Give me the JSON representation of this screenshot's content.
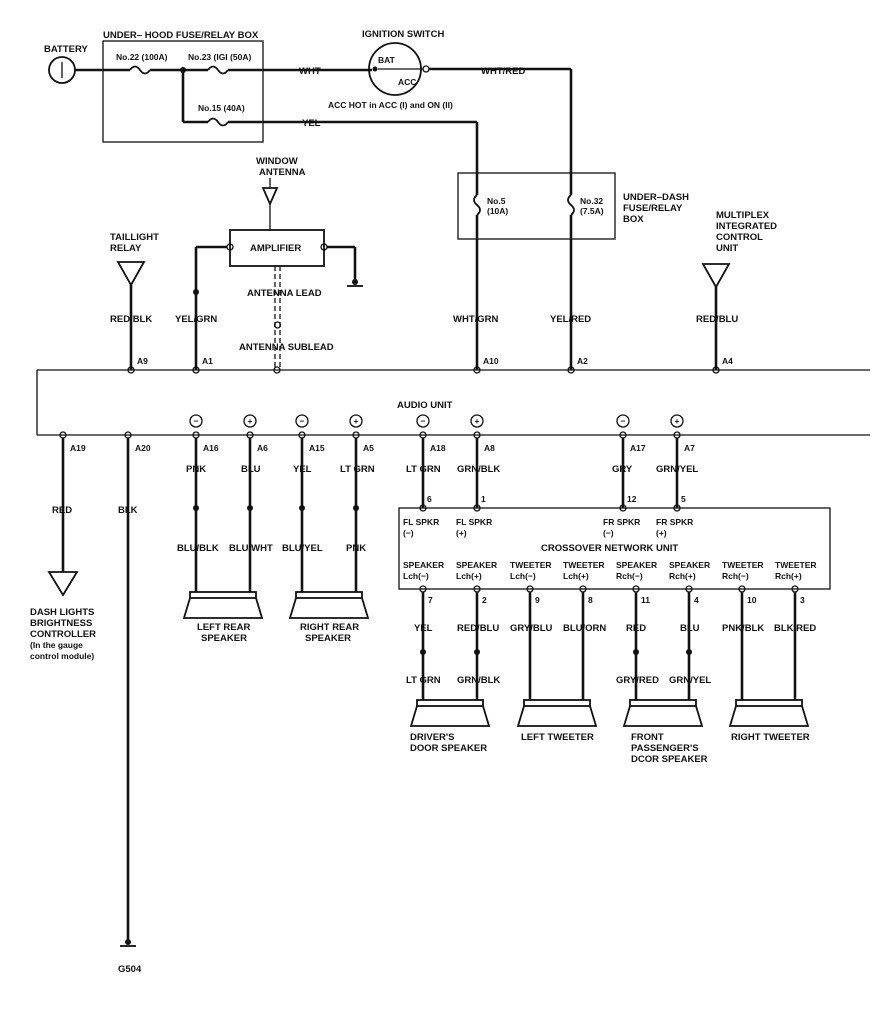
{
  "top": {
    "battery": "BATTERY",
    "underhood_box": "UNDER– HOOD FUSE/RELAY BOX",
    "fuse22": "No.22 (100A)",
    "fuse23": "No.23 (IGI (50A)",
    "fuse15": "No.15 (40A)",
    "ignition_switch": "IGNITION SWITCH",
    "bat": "BAT",
    "acc": "ACC",
    "acc_note": "ACC HOT in ACC (I) and ON (II)",
    "wht": "WHT",
    "wht_red": "WHT/RED",
    "yel": "YEL"
  },
  "underdash": {
    "box_label_1": "UNDER–DASH",
    "box_label_2": "FUSE/RELAY",
    "box_label_3": "BOX",
    "fuse5_a": "No.5",
    "fuse5_b": "(10A)",
    "fuse32_a": "No.32",
    "fuse32_b": "(7.5A)"
  },
  "antenna": {
    "window_1": "WINDOW",
    "window_2": "ANTENNA",
    "amplifier": "AMPLIFIER",
    "lead": "ANTENNA LEAD",
    "sublead": "ANTENNA SUBLEAD"
  },
  "relays": {
    "taillight_1": "TAILLIGHT",
    "taillight_2": "RELAY",
    "micu_1": "MULTIPLEX",
    "micu_2": "INTEGRATED",
    "micu_3": "CONTROL",
    "micu_4": "UNIT"
  },
  "wires_top": {
    "red_blk": "RED/BLK",
    "yel_grn": "YEL/GRN",
    "wht_grn": "WHT/GRN",
    "yel_red": "YEL/RED",
    "red_blu": "RED/BLU"
  },
  "audio_unit": {
    "title": "AUDIO UNIT",
    "a9": "A9",
    "a1": "A1",
    "a10": "A10",
    "a2": "A2",
    "a4": "A4",
    "a19": "A19",
    "a20": "A20",
    "a16": "A16",
    "a6": "A6",
    "a15": "A15",
    "a5": "A5",
    "a18": "A18",
    "a8": "A8",
    "a17": "A17",
    "a7": "A7",
    "minus": "−",
    "plus": "+"
  },
  "wires_bottom": {
    "red": "RED",
    "blk": "BLK",
    "pnk": "PNK",
    "blu": "BLU",
    "yel": "YEL",
    "lt_grn": "LT GRN",
    "blu_blk": "BLU/BLK",
    "blu_wht": "BLU/WHT",
    "blu_yel": "BLU/YEL",
    "pnk2": "PNK",
    "lt_grn2": "LT GRN",
    "grn_blk": "GRN/BLK",
    "gry": "GRY",
    "grn_yel": "GRN/YEL"
  },
  "dash": {
    "l1": "DASH LIGHTS",
    "l2": "BRIGHTNESS",
    "l3": "CONTROLLER",
    "l4": "(In the gauge",
    "l5": "control module)"
  },
  "rear_speakers": {
    "left_1": "LEFT REAR",
    "left_2": "SPEAKER",
    "right_1": "RIGHT REAR",
    "right_2": "SPEAKER"
  },
  "crossover": {
    "title": "CROSSOVER NETWORK UNIT",
    "p6": "6",
    "p1": "1",
    "p12": "12",
    "p5": "5",
    "fl_m_1": "FL SPKR",
    "fl_m_2": "(−)",
    "fl_p_1": "FL SPKR",
    "fl_p_2": "(+)",
    "fr_m_1": "FR SPKR",
    "fr_m_2": "(−)",
    "fr_p_1": "FR SPKR",
    "fr_p_2": "(+)",
    "o1_a": "SPEAKER",
    "o1_b": "Lch(−)",
    "o2_a": "SPEAKER",
    "o2_b": "Lch(+)",
    "o3_a": "TWEETER",
    "o3_b": "Lch(−)",
    "o4_a": "TWEETER",
    "o4_b": "Lch(+)",
    "o5_a": "SPEAKER",
    "o5_b": "Rch(−)",
    "o6_a": "SPEAKER",
    "o6_b": "Rch(+)",
    "o7_a": "TWEETER",
    "o7_b": "Rch(−)",
    "o8_a": "TWEETER",
    "o8_b": "Rch(+)",
    "p7": "7",
    "p2": "2",
    "p9": "9",
    "p8": "8",
    "p11": "11",
    "p4": "4",
    "p10": "10",
    "p3": "3"
  },
  "out_wires": {
    "yel": "YEL",
    "red_blu": "RED/BLU",
    "gry_blu": "GRY/BLU",
    "blu_orn": "BLU/ORN",
    "red": "RED",
    "blu": "BLU",
    "pnk_blk": "PNK/BLK",
    "blk_red": "BLK/RED",
    "lt_grn": "LT GRN",
    "grn_blk": "GRN/BLK",
    "gry_red": "GRY/RED",
    "grn_yel": "GRN/YEL"
  },
  "front_speakers": {
    "driver_1": "DRIVER'S",
    "driver_2": "DOOR SPEAKER",
    "left_tweeter": "LEFT TWEETER",
    "passenger_1": "FRONT",
    "passenger_2": "PASSENGER'S",
    "passenger_3": "DCOR SPEAKER",
    "right_tweeter": "RIGHT TWEETER"
  },
  "ground": {
    "g504": "G504"
  }
}
